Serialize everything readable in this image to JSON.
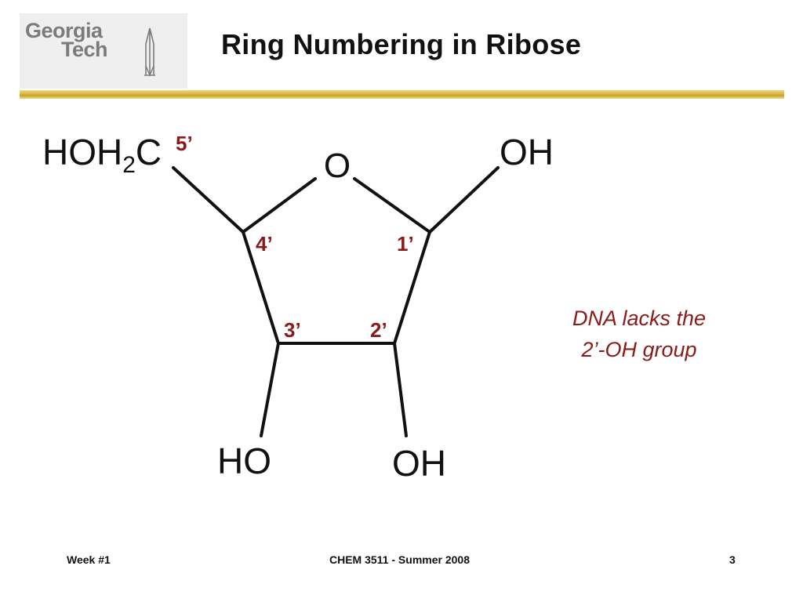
{
  "logo": {
    "line1": "Georgia",
    "line2": "Tech"
  },
  "slide": {
    "title": "Ring Numbering in Ribose"
  },
  "molecule": {
    "ring_oxygen": "O",
    "c5_group_main": "HOH",
    "c5_group_sub": "2",
    "c5_group_end": "C",
    "c1_group": "OH",
    "c3_group": "HO",
    "c2_group": "OH",
    "positions": {
      "c1": "1’",
      "c2": "2’",
      "c3": "3’",
      "c4": "4’",
      "c5": "5’"
    }
  },
  "note": {
    "line1": "DNA lacks the",
    "line2": "2’-OH group"
  },
  "footer": {
    "left": "Week #1",
    "center": "CHEM 3511 - Summer 2008",
    "right": "3"
  },
  "colors": {
    "label_red": "#8b1a1a",
    "rule_gold": "#d9b63c",
    "ink": "#111111"
  }
}
